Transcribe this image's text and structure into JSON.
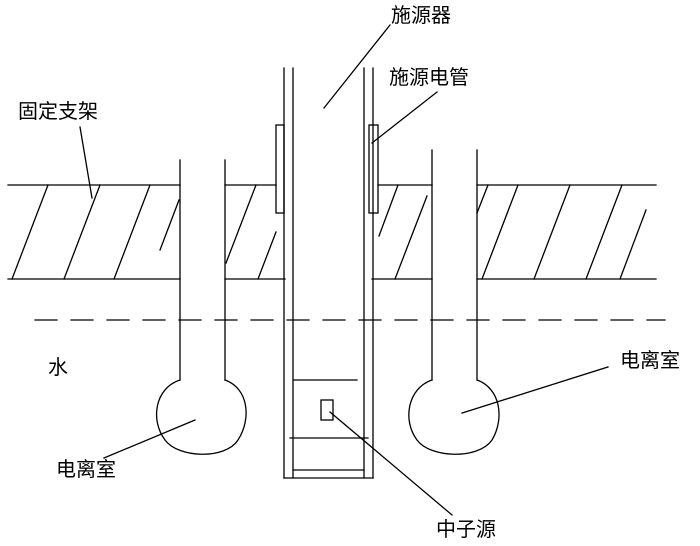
{
  "labels": {
    "source_applicator": "施源器",
    "source_tube": "施源电管",
    "fixed_bracket": "固定支架",
    "water": "水",
    "ion_chamber_left": "电离室",
    "ion_chamber_right": "电离室",
    "neutron_source": "中子源"
  }
}
